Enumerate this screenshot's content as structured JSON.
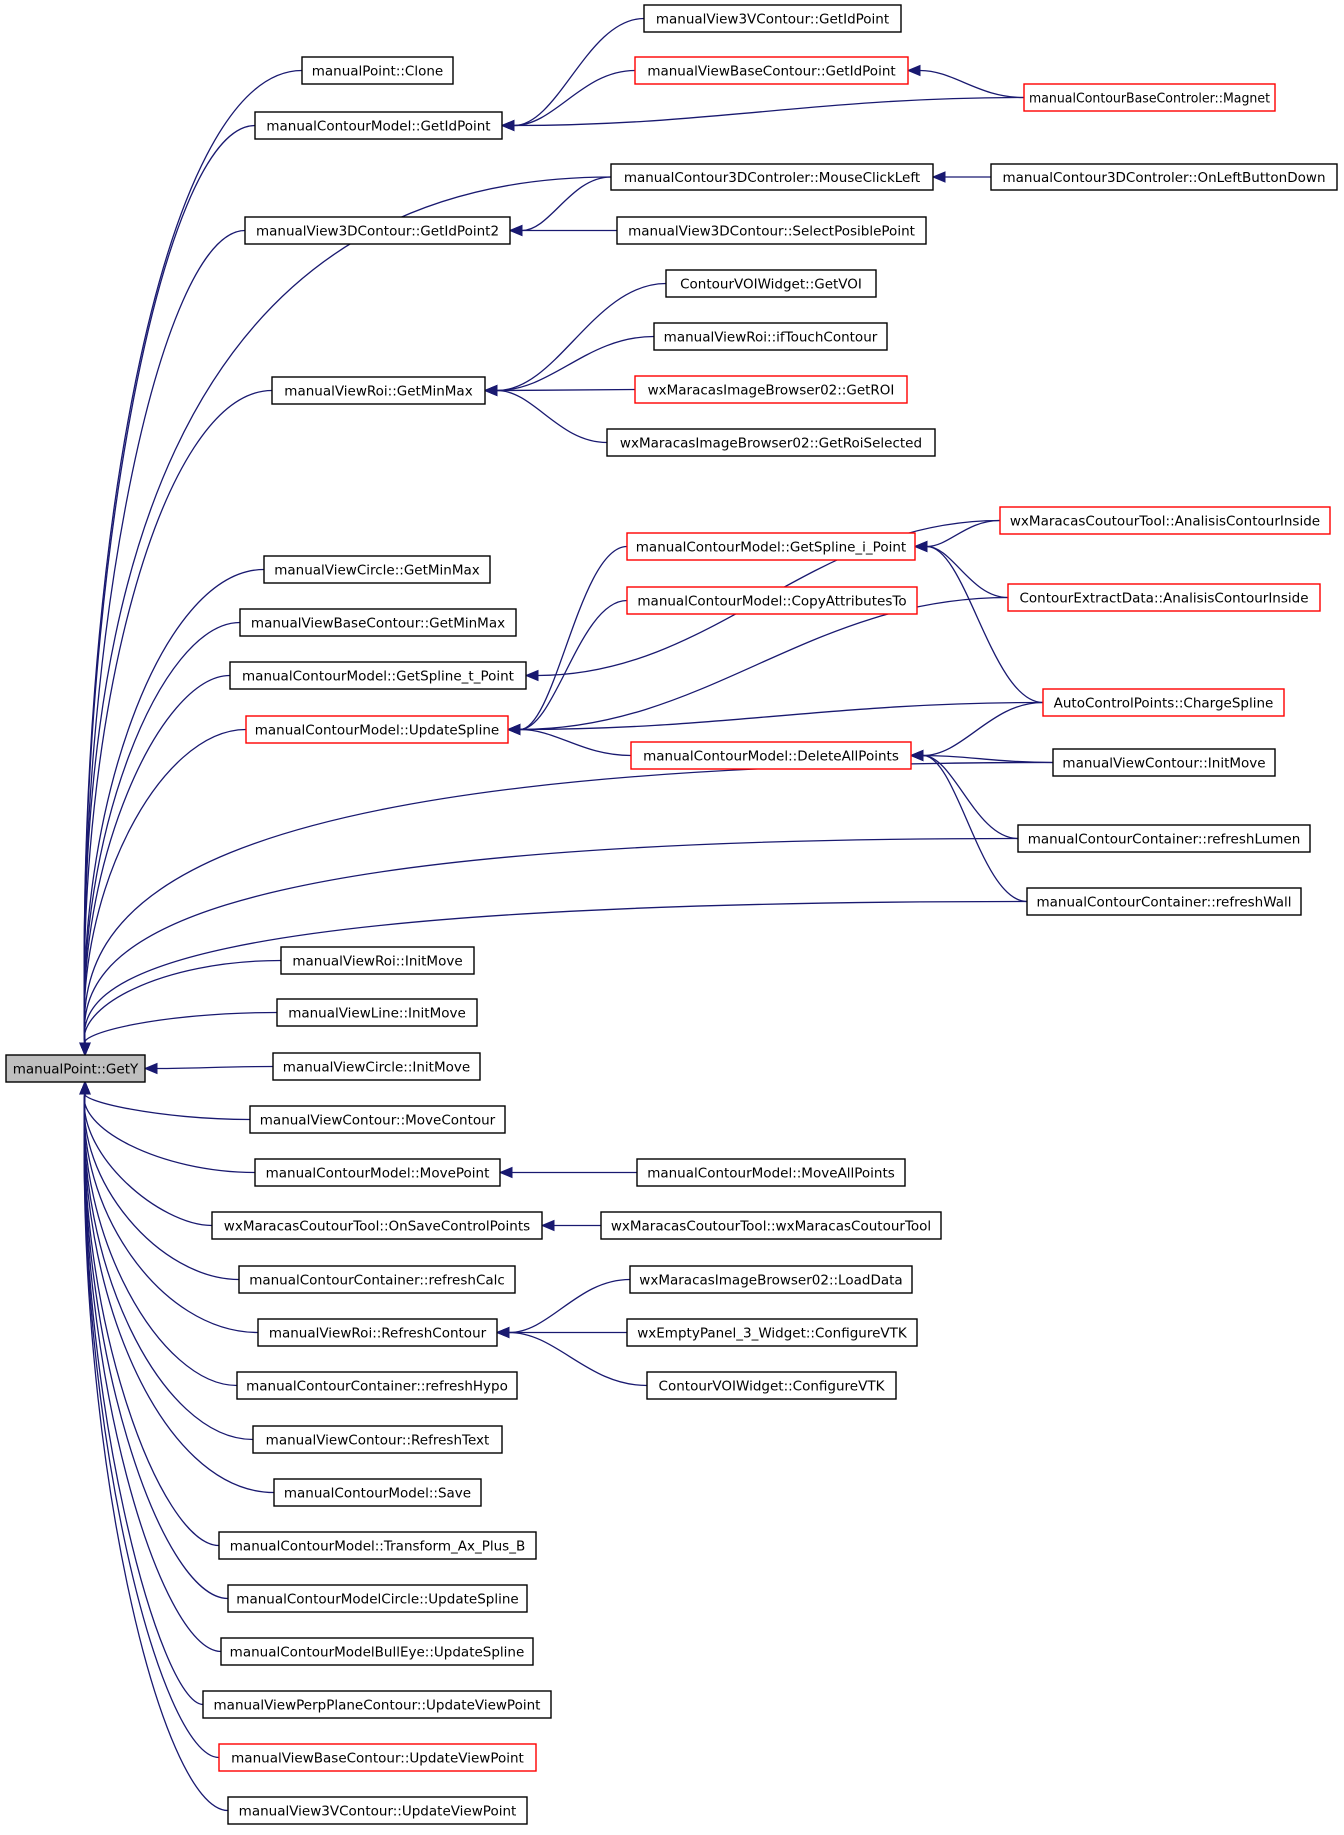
{
  "colors": {
    "edge": "#191970",
    "truncated_border": "#ff0000",
    "root_fill": "#bfbfbf"
  },
  "nodes": [
    {
      "id": "root",
      "label": "manualPoint::GetY",
      "root": true
    },
    {
      "id": "clone",
      "label": "manualPoint::Clone"
    },
    {
      "id": "cm_getidpoint",
      "label": "manualContourModel::GetIdPoint"
    },
    {
      "id": "v3v_getidpoint",
      "label": "manualView3VContour::GetIdPoint"
    },
    {
      "id": "vbc_getidpoint",
      "label": "manualViewBaseContour::GetIdPoint",
      "truncated": true
    },
    {
      "id": "magnet",
      "label": "manualContourBaseControler::Magnet",
      "truncated": true
    },
    {
      "id": "mouseclickleft",
      "label": "manualContour3DControler::MouseClickLeft"
    },
    {
      "id": "onleftbuttondown",
      "label": "manualContour3DControler::OnLeftButtonDown"
    },
    {
      "id": "v3d_getidpoint2",
      "label": "manualView3DContour::GetIdPoint2"
    },
    {
      "id": "selectposible",
      "label": "manualView3DContour::SelectPosiblePoint"
    },
    {
      "id": "contourvoi_getvoi",
      "label": "ContourVOIWidget::GetVOI"
    },
    {
      "id": "roi_getminmax",
      "label": "manualViewRoi::GetMinMax"
    },
    {
      "id": "roi_iftouch",
      "label": "manualViewRoi::ifTouchContour"
    },
    {
      "id": "wx_getroi",
      "label": "wxMaracasImageBrowser02::GetROI",
      "truncated": true
    },
    {
      "id": "wx_getroisel",
      "label": "wxMaracasImageBrowser02::GetRoiSelected"
    },
    {
      "id": "coutour_analisis",
      "label": "wxMaracasCoutourTool::AnalisisContourInside",
      "truncated": true
    },
    {
      "id": "getspline_i",
      "label": "manualContourModel::GetSpline_i_Point",
      "truncated": true
    },
    {
      "id": "circle_getminmax",
      "label": "manualViewCircle::GetMinMax"
    },
    {
      "id": "copyattr",
      "label": "manualContourModel::CopyAttributesTo",
      "truncated": true
    },
    {
      "id": "extract_analisis",
      "label": "ContourExtractData::AnalisisContourInside",
      "truncated": true
    },
    {
      "id": "vbc_getminmax",
      "label": "manualViewBaseContour::GetMinMax"
    },
    {
      "id": "getspline_t",
      "label": "manualContourModel::GetSpline_t_Point"
    },
    {
      "id": "chargespline",
      "label": "AutoControlPoints::ChargeSpline",
      "truncated": true
    },
    {
      "id": "updatespline",
      "label": "manualContourModel::UpdateSpline",
      "truncated": true
    },
    {
      "id": "deleteall",
      "label": "manualContourModel::DeleteAllPoints",
      "truncated": true
    },
    {
      "id": "vc_initmove",
      "label": "manualViewContour::InitMove"
    },
    {
      "id": "refreshlumen",
      "label": "manualContourContainer::refreshLumen"
    },
    {
      "id": "refreshwall",
      "label": "manualContourContainer::refreshWall"
    },
    {
      "id": "roi_initmove",
      "label": "manualViewRoi::InitMove"
    },
    {
      "id": "line_initmove",
      "label": "manualViewLine::InitMove"
    },
    {
      "id": "circle_initmove",
      "label": "manualViewCircle::InitMove"
    },
    {
      "id": "movecontour",
      "label": "manualViewContour::MoveContour"
    },
    {
      "id": "movepoint",
      "label": "manualContourModel::MovePoint"
    },
    {
      "id": "moveallpoints",
      "label": "manualContourModel::MoveAllPoints"
    },
    {
      "id": "onsavecp",
      "label": "wxMaracasCoutourTool::OnSaveControlPoints"
    },
    {
      "id": "wxcoutourtool",
      "label": "wxMaracasCoutourTool::wxMaracasCoutourTool"
    },
    {
      "id": "refreshcalc",
      "label": "manualContourContainer::refreshCalc"
    },
    {
      "id": "loaddata",
      "label": "wxMaracasImageBrowser02::LoadData"
    },
    {
      "id": "roi_refresh",
      "label": "manualViewRoi::RefreshContour"
    },
    {
      "id": "panel3_configure",
      "label": "wxEmptyPanel_3_Widget::ConfigureVTK"
    },
    {
      "id": "voi_configure",
      "label": "ContourVOIWidget::ConfigureVTK"
    },
    {
      "id": "refreshhypo",
      "label": "manualContourContainer::refreshHypo"
    },
    {
      "id": "refreshtext",
      "label": "manualViewContour::RefreshText"
    },
    {
      "id": "save",
      "label": "manualContourModel::Save"
    },
    {
      "id": "transform",
      "label": "manualContourModel::Transform_Ax_Plus_B"
    },
    {
      "id": "circle_updatespline",
      "label": "manualContourModelCircle::UpdateSpline"
    },
    {
      "id": "bulleye_updatespline",
      "label": "manualContourModelBullEye::UpdateSpline"
    },
    {
      "id": "perp_updateview",
      "label": "manualViewPerpPlaneContour::UpdateViewPoint"
    },
    {
      "id": "vbc_updateview",
      "label": "manualViewBaseContour::UpdateViewPoint",
      "truncated": true
    },
    {
      "id": "v3v_updateview",
      "label": "manualView3VContour::UpdateViewPoint"
    }
  ],
  "edges": [
    [
      "clone",
      "root"
    ],
    [
      "cm_getidpoint",
      "root"
    ],
    [
      "mouseclickleft",
      "root"
    ],
    [
      "v3d_getidpoint2",
      "root"
    ],
    [
      "roi_getminmax",
      "root"
    ],
    [
      "circle_getminmax",
      "root"
    ],
    [
      "vbc_getminmax",
      "root"
    ],
    [
      "getspline_t",
      "root"
    ],
    [
      "updatespline",
      "root"
    ],
    [
      "vc_initmove",
      "root"
    ],
    [
      "refreshlumen",
      "root"
    ],
    [
      "refreshwall",
      "root"
    ],
    [
      "roi_initmove",
      "root"
    ],
    [
      "line_initmove",
      "root"
    ],
    [
      "circle_initmove",
      "root"
    ],
    [
      "movecontour",
      "root"
    ],
    [
      "movepoint",
      "root"
    ],
    [
      "onsavecp",
      "root"
    ],
    [
      "refreshcalc",
      "root"
    ],
    [
      "roi_refresh",
      "root"
    ],
    [
      "refreshhypo",
      "root"
    ],
    [
      "refreshtext",
      "root"
    ],
    [
      "save",
      "root"
    ],
    [
      "transform",
      "root"
    ],
    [
      "circle_updatespline",
      "root"
    ],
    [
      "bulleye_updatespline",
      "root"
    ],
    [
      "perp_updateview",
      "root"
    ],
    [
      "vbc_updateview",
      "root"
    ],
    [
      "v3v_updateview",
      "root"
    ],
    [
      "v3v_getidpoint",
      "cm_getidpoint"
    ],
    [
      "vbc_getidpoint",
      "cm_getidpoint"
    ],
    [
      "magnet",
      "cm_getidpoint"
    ],
    [
      "magnet",
      "vbc_getidpoint"
    ],
    [
      "onleftbuttondown",
      "mouseclickleft"
    ],
    [
      "mouseclickleft",
      "v3d_getidpoint2"
    ],
    [
      "selectposible",
      "v3d_getidpoint2"
    ],
    [
      "contourvoi_getvoi",
      "roi_getminmax"
    ],
    [
      "roi_iftouch",
      "roi_getminmax"
    ],
    [
      "wx_getroi",
      "roi_getminmax"
    ],
    [
      "wx_getroisel",
      "roi_getminmax"
    ],
    [
      "coutour_analisis",
      "getspline_i"
    ],
    [
      "extract_analisis",
      "getspline_i"
    ],
    [
      "chargespline",
      "getspline_i"
    ],
    [
      "getspline_i",
      "updatespline"
    ],
    [
      "copyattr",
      "updatespline"
    ],
    [
      "extract_analisis",
      "updatespline"
    ],
    [
      "chargespline",
      "updatespline"
    ],
    [
      "deleteall",
      "updatespline"
    ],
    [
      "coutour_analisis",
      "getspline_t"
    ],
    [
      "chargespline",
      "deleteall"
    ],
    [
      "vc_initmove",
      "deleteall"
    ],
    [
      "refreshlumen",
      "deleteall"
    ],
    [
      "refreshwall",
      "deleteall"
    ],
    [
      "moveallpoints",
      "movepoint"
    ],
    [
      "wxcoutourtool",
      "onsavecp"
    ],
    [
      "loaddata",
      "roi_refresh"
    ],
    [
      "panel3_configure",
      "roi_refresh"
    ],
    [
      "voi_configure",
      "roi_refresh"
    ]
  ]
}
